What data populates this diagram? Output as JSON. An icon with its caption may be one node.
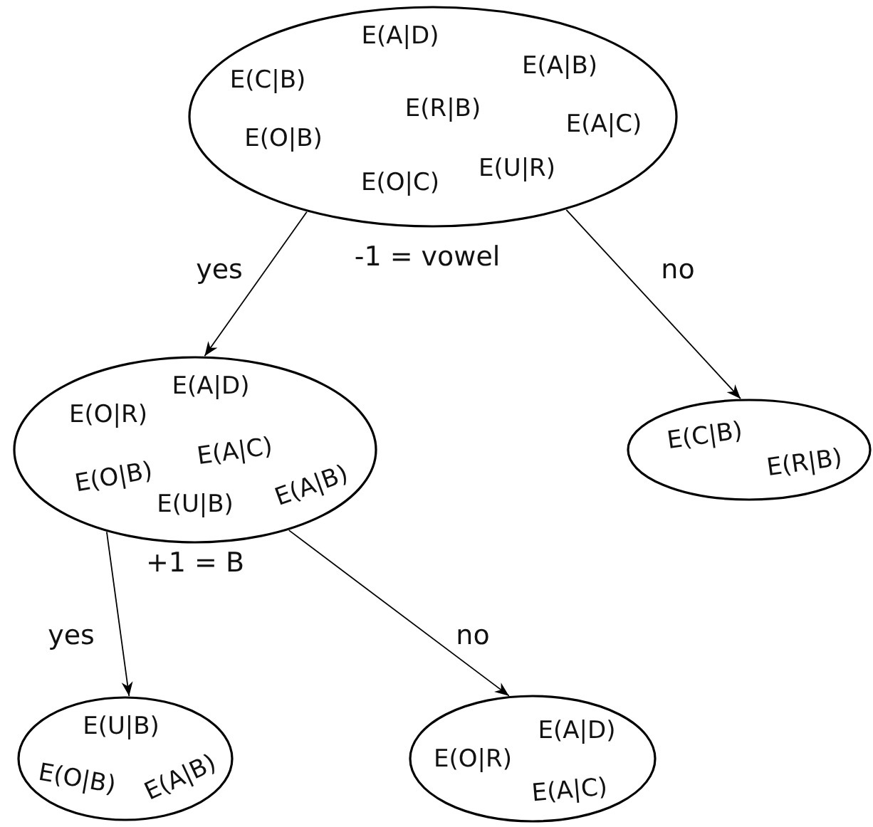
{
  "diagram": {
    "nodes": [
      {
        "text": [
          "E(A|D)",
          "E(C|B)",
          "E(A|B)",
          "E(R|B)",
          "E(A|C)",
          "E(O|B)",
          "E(U|R)",
          "E(O|C)"
        ],
        "beside": [
          "-1 = vowel"
        ]
      },
      {
        "text": [
          "E(A|D)",
          "E(O|R)",
          "E(A|C)",
          "E(O|B)",
          "E(A|B)",
          "E(U|B)"
        ],
        "beside": [
          "+1 = B"
        ]
      },
      {
        "text": [
          "E(C|B)",
          "E(R|B)"
        ]
      },
      {
        "text": [
          "E(U|B)",
          "E(O|B)",
          "E(A|B)"
        ]
      },
      {
        "text": [
          "E(A|D)",
          "E(O|R)",
          "E(A|C)"
        ]
      }
    ],
    "edges": [
      {
        "from": 0,
        "to": 1,
        "arrow": "to",
        "label": "yes"
      },
      {
        "from": 0,
        "to": 2,
        "arrow": "to",
        "label": "no"
      },
      {
        "from": 1,
        "to": 3,
        "arrow": "to",
        "label": "yes"
      },
      {
        "from": 1,
        "to": 4,
        "arrow": "to",
        "label": "no"
      }
    ]
  }
}
